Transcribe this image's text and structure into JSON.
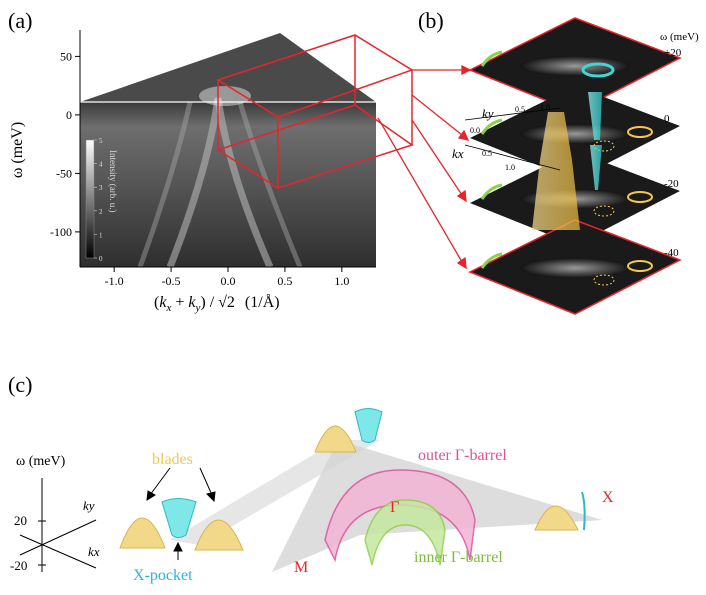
{
  "panel_labels": {
    "a": "(a)",
    "b": "(b)",
    "c": "(c)"
  },
  "colors": {
    "red": "#e5252b",
    "yellow": "#f5c84c",
    "cyan": "#3fd6d6",
    "pink": "#e0529b",
    "green": "#8fcf4a",
    "blades_text": "#f2c84b",
    "xpocket_text": "#2bb3e0",
    "outer_text": "#e0529b",
    "inner_text": "#7dbb3a"
  },
  "chart_data": [
    {
      "type": "heatmap",
      "panel": "(a)",
      "xlabel_parts": {
        "lp": "(",
        "k1": "k",
        "s1": "x",
        "plus": " + ",
        "k2": "k",
        "s2": "y",
        "mid": ") / ",
        "root": "√2",
        "unit": "(1/Å)"
      },
      "ylabel": "ω (meV)",
      "xlim": [
        -1.3,
        1.3
      ],
      "ylim": [
        -130,
        70
      ],
      "xticks": [
        "-1.0",
        "-0.5",
        "0.0",
        "0.5",
        "1.0"
      ],
      "xtick_values": [
        -1.0,
        -0.5,
        0.0,
        0.5,
        1.0
      ],
      "yticks": [
        "50",
        "0",
        "-50",
        "-100"
      ],
      "ytick_values": [
        50,
        0,
        -50,
        -100
      ],
      "colorbar": {
        "label": "Intensity (arb. u.)",
        "ticks": [
          "0",
          "1",
          "2",
          "3",
          "4",
          "5"
        ],
        "range": [
          0,
          5
        ]
      }
    },
    {
      "type": "heatmap",
      "panel": "(b)",
      "energy_axis_label": "ω (meV)",
      "slices": [
        "+20",
        "0",
        "-20",
        "-40"
      ],
      "axis_labels": {
        "ky": "ky",
        "kx": "kx"
      },
      "ticks": [
        "0.5",
        "1.0",
        "0.0",
        "0.5",
        "1.0"
      ]
    }
  ],
  "panel_c": {
    "axis_label": "ω (meV)",
    "ticks": [
      "20",
      "-20"
    ],
    "ky": "ky",
    "kx": "kx",
    "labels": {
      "blades": "blades",
      "xpocket": "X-pocket",
      "outer": "outer Γ-barrel",
      "inner": "inner Γ-barrel",
      "gamma": "Γ",
      "M": "M",
      "X": "X"
    }
  }
}
